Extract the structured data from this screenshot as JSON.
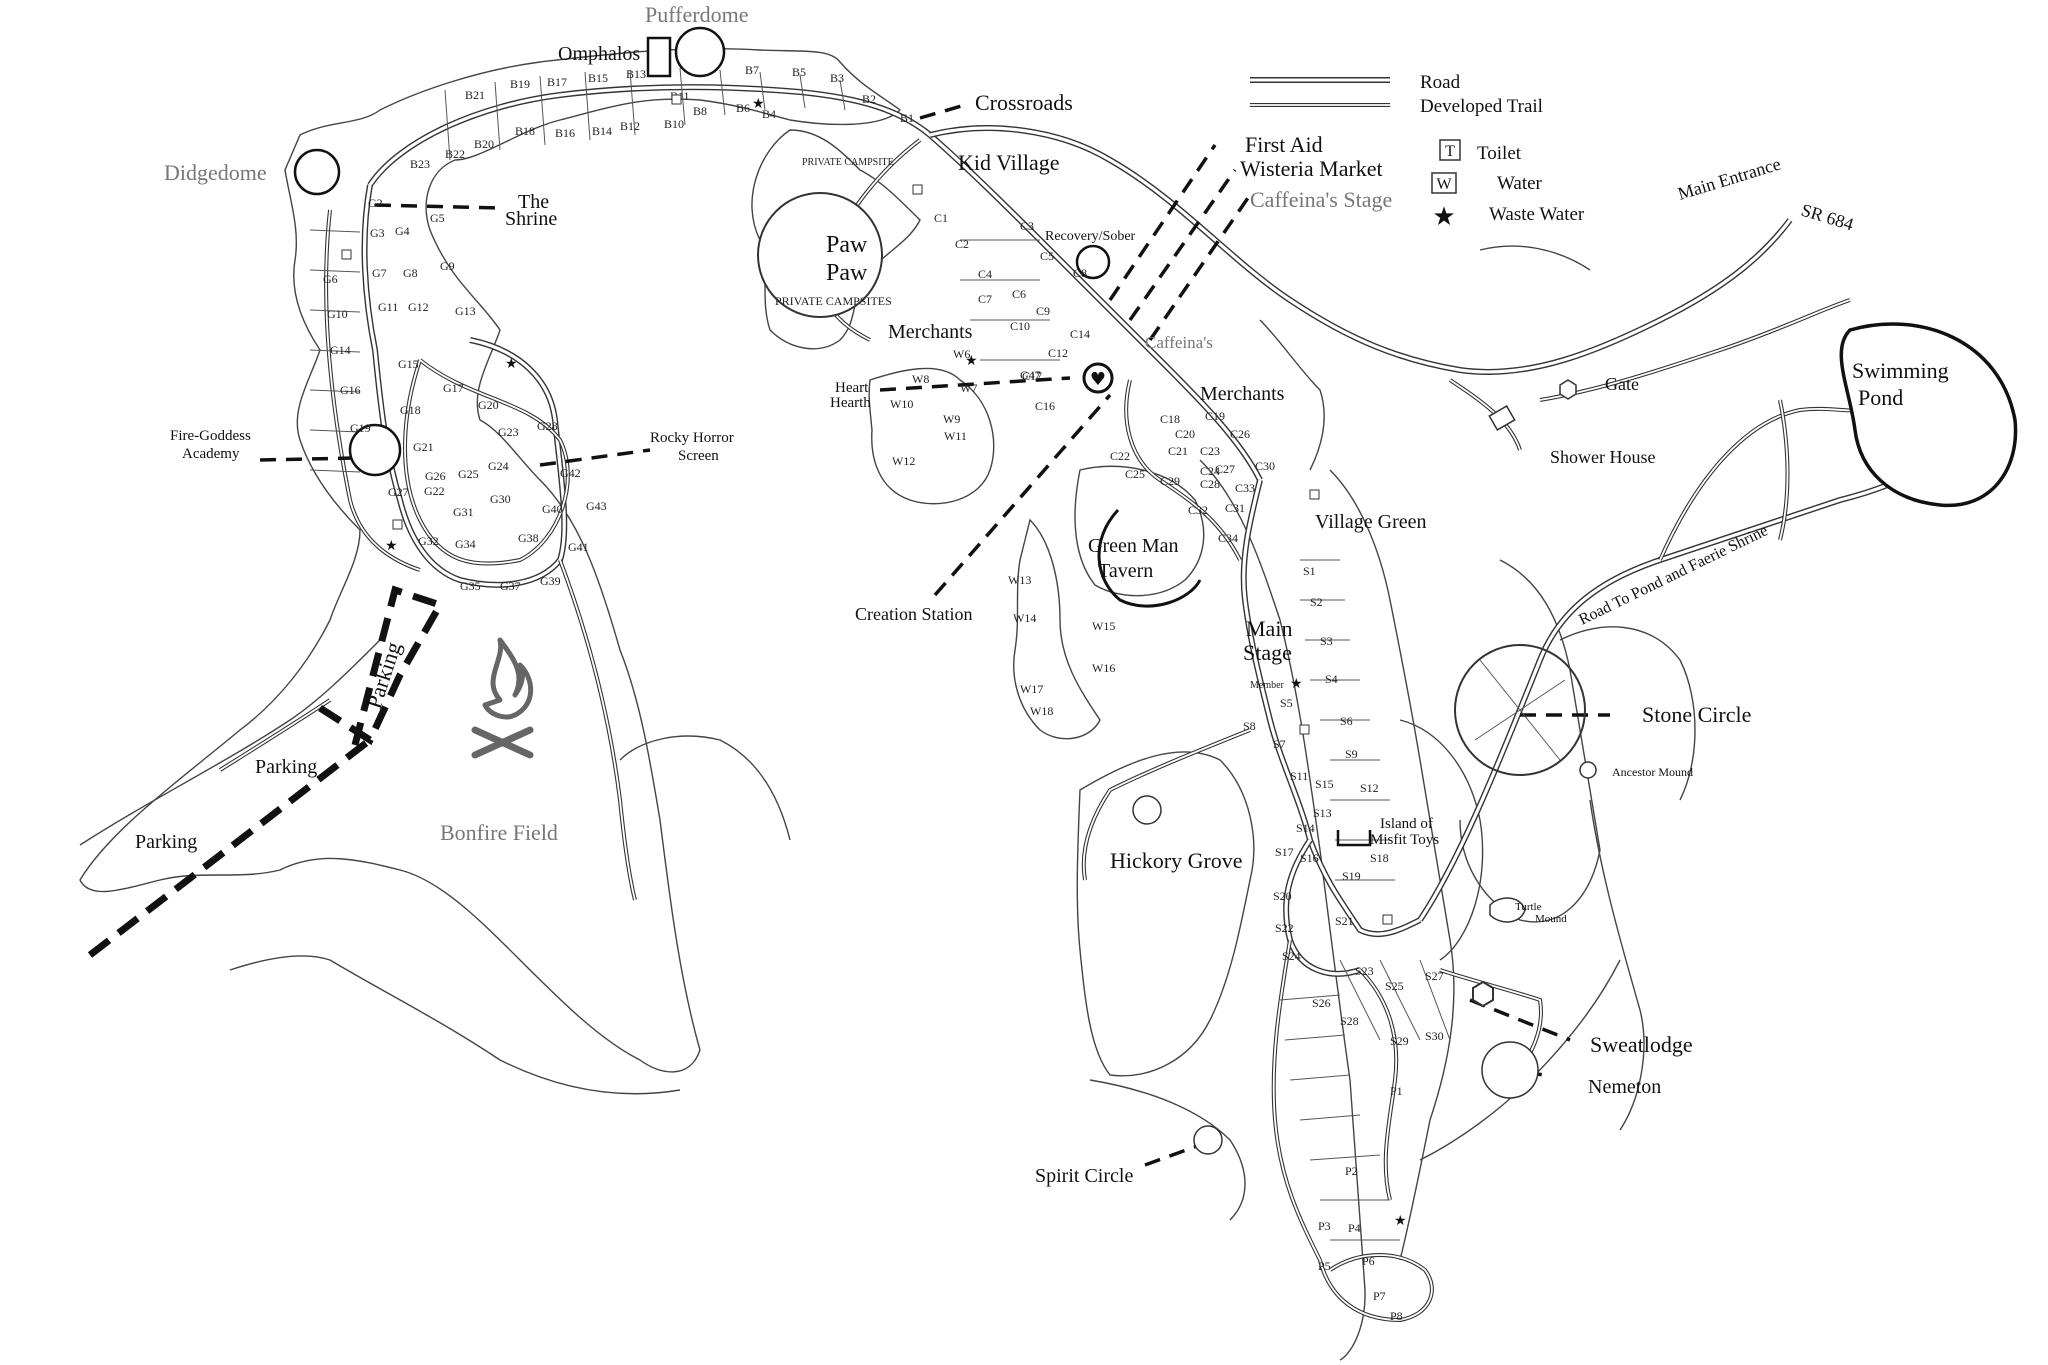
{
  "legend": {
    "road": "Road",
    "trail": "Developed Trail",
    "toilet": "Toilet",
    "water": "Water",
    "waste": "Waste Water",
    "toilet_symbol": "T",
    "water_symbol": "W"
  },
  "places": {
    "pufferdome": "Pufferdome",
    "omphalos": "Omphalos",
    "didgedome": "Didgedome",
    "shrine_1": "The",
    "shrine_2": "Shrine",
    "crossroads": "Crossroads",
    "kid_village": "Kid Village",
    "first_aid": "First Aid",
    "wisteria": "Wisteria Market",
    "caffeinas_stage": "Caffeina's Stage",
    "main_entrance": "Main Entrance",
    "sr684": "SR 684",
    "recovery": "Recovery/Sober",
    "paw_1": "Paw",
    "paw_2": "Paw",
    "private_campsites": "PRIVATE CAMPSITES",
    "private_campsite_small": "PRIVATE CAMPSITE",
    "merchants_left": "Merchants",
    "caffeinas": "Caffeina's",
    "merchants_right": "Merchants",
    "gate": "Gate",
    "swimming_1": "Swimming",
    "swimming_2": "Pond",
    "shower_house": "Shower House",
    "heart_1": "Heart",
    "heart_2": "Hearth",
    "fire_1": "Fire-Goddess",
    "fire_2": "Academy",
    "rocky_1": "Rocky Horror",
    "rocky_2": "Screen",
    "village_green": "Village Green",
    "green_man_1": "Green Man",
    "green_man_2": "Tavern",
    "creation_station": "Creation Station",
    "road_pond": "Road To Pond and Faerie Shrine",
    "main_stage_1": "Main",
    "main_stage_2": "Stage",
    "member": "Member",
    "stone_circle": "Stone Circle",
    "ancestor_mound": "Ancestor Mound",
    "parking_vertical": "Parking",
    "parking_mid": "Parking",
    "parking_low": "Parking",
    "bonfire_field": "Bonfire Field",
    "hickory_grove": "Hickory Grove",
    "misfit_1": "Island of",
    "misfit_2": "Misfit Toys",
    "turtle_1": "Turtle",
    "turtle_2": "Mound",
    "sweatlodge": "Sweatlodge",
    "nemeton": "Nemeton",
    "spirit_circle": "Spirit Circle"
  },
  "sites": {
    "B": [
      "B1",
      "B2",
      "B3",
      "B4",
      "B5",
      "B6",
      "B7",
      "B8",
      "B10",
      "B11",
      "B12",
      "B13",
      "B14",
      "B15",
      "B16",
      "B17",
      "B18",
      "B19",
      "B20",
      "B21",
      "B22",
      "B23"
    ],
    "C": [
      "C1",
      "C2",
      "C3",
      "C4",
      "C5",
      "C6",
      "C7",
      "C8",
      "C9",
      "C10",
      "C12",
      "C14",
      "C16",
      "C17",
      "C18",
      "C19",
      "C20",
      "C21",
      "C22",
      "C23",
      "C24",
      "C25",
      "C26",
      "C27",
      "C28",
      "C29",
      "C30",
      "C31",
      "C32",
      "C33",
      "C34"
    ],
    "G": [
      "G2",
      "G3",
      "G4",
      "G5",
      "G6",
      "G7",
      "G8",
      "G9",
      "G10",
      "G11",
      "G12",
      "G13",
      "G14",
      "G15",
      "G16",
      "G17",
      "G18",
      "G19",
      "G20",
      "G21",
      "G22",
      "G23",
      "G24",
      "G25",
      "G26",
      "G27",
      "G28",
      "G30",
      "G31",
      "G32",
      "G34",
      "G35",
      "G37",
      "G38",
      "G39",
      "G40",
      "G41",
      "G42",
      "G43",
      "G47"
    ],
    "W": [
      "W6",
      "W7",
      "W8",
      "W9",
      "W10",
      "W11",
      "W12",
      "W13",
      "W14",
      "W15",
      "W16",
      "W17",
      "W18"
    ],
    "S": [
      "S1",
      "S2",
      "S3",
      "S4",
      "S5",
      "S6",
      "S7",
      "S8",
      "S9",
      "S11",
      "S12",
      "S13",
      "S14",
      "S15",
      "S16",
      "S17",
      "S18",
      "S19",
      "S20",
      "S21",
      "S22",
      "S23",
      "S24",
      "S25",
      "S26",
      "S27",
      "S28",
      "S29",
      "S30"
    ],
    "P": [
      "P1",
      "P2",
      "P3",
      "P4",
      "P5",
      "P6",
      "P7",
      "P8"
    ]
  }
}
